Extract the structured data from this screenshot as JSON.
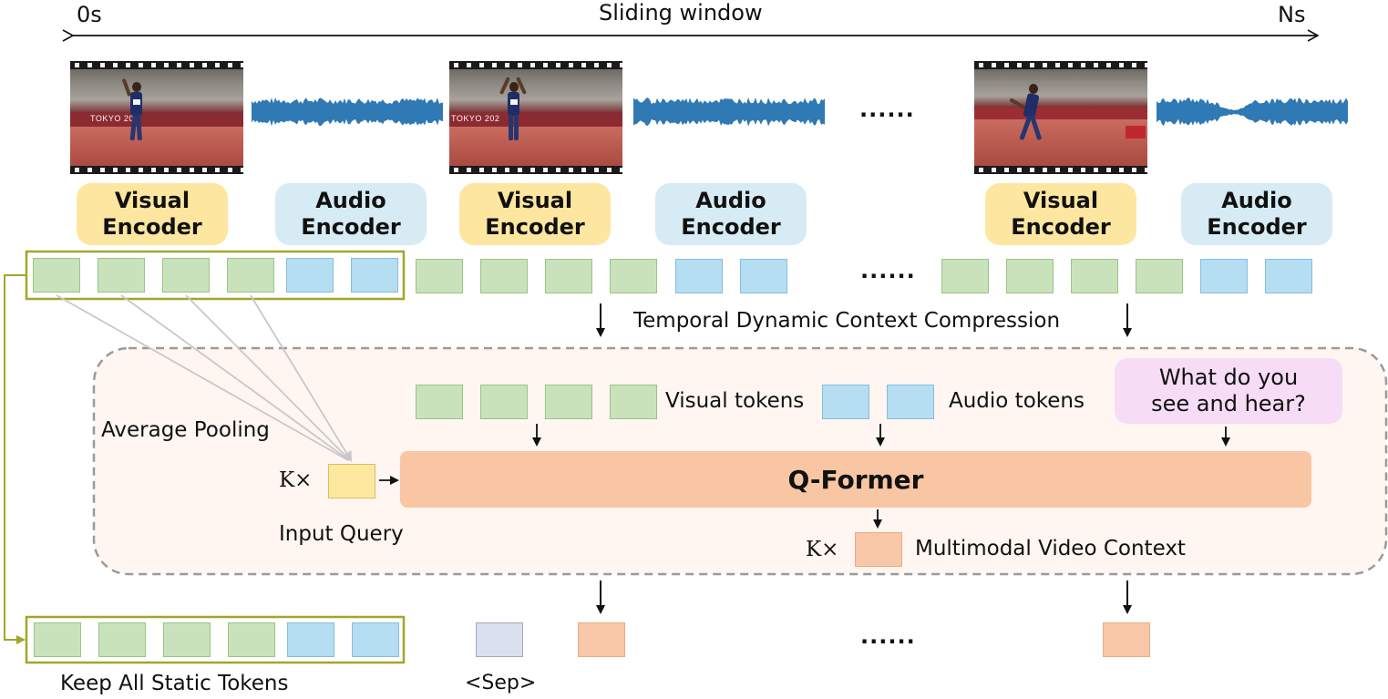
{
  "texts": {
    "sliding_window": "Sliding window",
    "start_time": "0s",
    "end_time": "Ns",
    "ellipsis": "......",
    "temporal_compression": "Temporal Dynamic Context Compression",
    "visual_tokens": "Visual tokens",
    "audio_tokens": "Audio tokens",
    "question_line1": "What do you",
    "question_line2": "see and hear?",
    "average_pooling": "Average Pooling",
    "k_times": "K×",
    "input_query": "Input Query",
    "qformer": "Q-Former",
    "multimodal_context": "Multimodal Video Context",
    "keep_static": "Keep All Static Tokens",
    "sep": "<Sep>"
  },
  "encoders": {
    "visual_line1": "Visual",
    "visual_line2": "Encoder",
    "audio_line1": "Audio",
    "audio_line2": "Encoder"
  },
  "video_frames": [
    {
      "wall_text": "TOKYO 20"
    },
    {
      "wall_text": "TOKYO 202"
    },
    {
      "wall_text": ""
    }
  ],
  "colors": {
    "visual_encoder": "#fde6a0",
    "audio_encoder": "#d6ebf3",
    "visual_token": "#c9e2bb",
    "audio_token": "#b5def3",
    "output_token": "#f8c7a8",
    "sep_token": "#d9e1f1",
    "query_token": "#fde8a0",
    "qformer": "#f9c6a4",
    "compression_region": "#fff5f1",
    "question_bubble": "#f6dcf4",
    "highlight_border": "#a3a52a",
    "waveform": "#2f79b5"
  }
}
